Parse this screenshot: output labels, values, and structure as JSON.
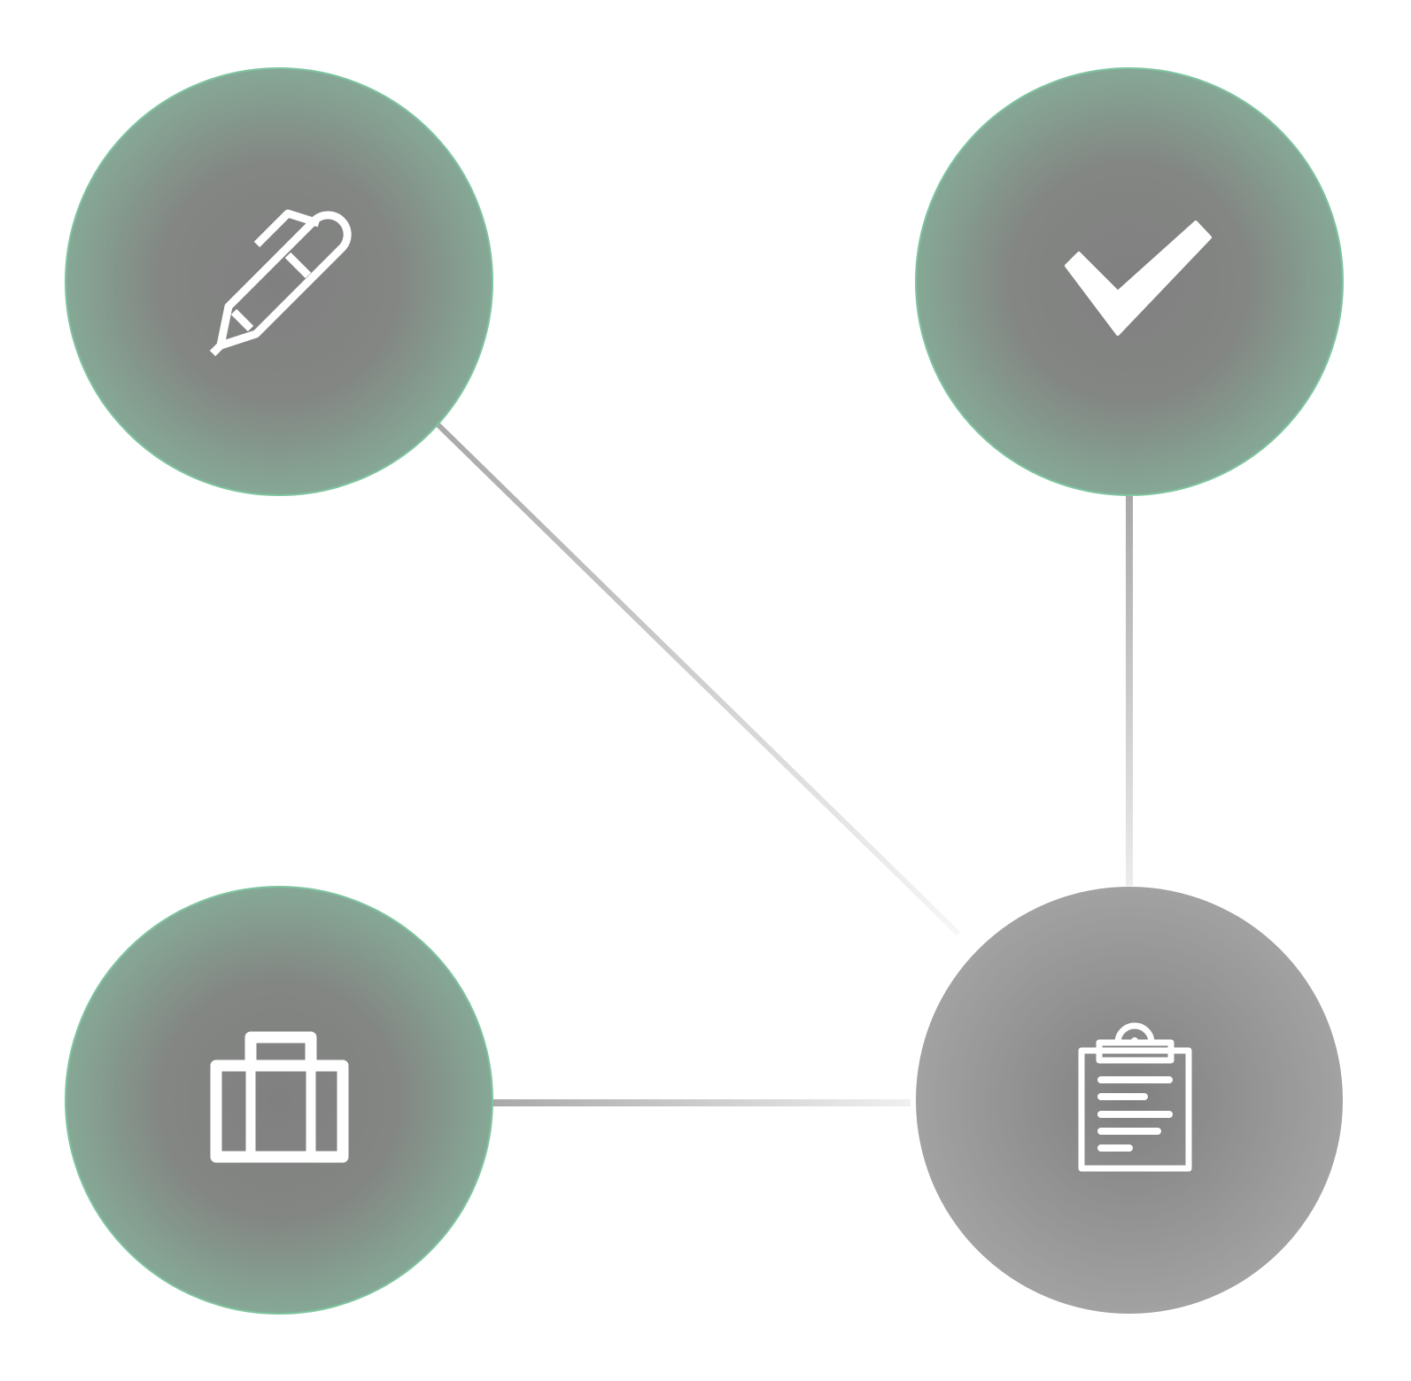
{
  "diagram": {
    "type": "node-network",
    "nodes": [
      {
        "id": "edit",
        "icon": "pen-icon",
        "color_edge": "#86a896",
        "color_center": "#808080",
        "active": false
      },
      {
        "id": "approve",
        "icon": "checkmark-icon",
        "color_edge": "#86a896",
        "color_center": "#808080",
        "active": false
      },
      {
        "id": "portfolio",
        "icon": "briefcase-icon",
        "color_edge": "#86a896",
        "color_center": "#808080",
        "active": false
      },
      {
        "id": "report",
        "icon": "clipboard-icon",
        "color_edge": "#a2a2a2",
        "color_center": "#808080",
        "active": true
      }
    ],
    "edges": [
      {
        "from": "edit",
        "to": "report"
      },
      {
        "from": "approve",
        "to": "report"
      },
      {
        "from": "portfolio",
        "to": "report"
      }
    ],
    "colors": {
      "background": "#ffffff",
      "icon_stroke": "#ffffff",
      "node_border": "#7fc4a0",
      "edge_start": "#a8a8a8",
      "edge_end": "#f0f0f0"
    }
  }
}
